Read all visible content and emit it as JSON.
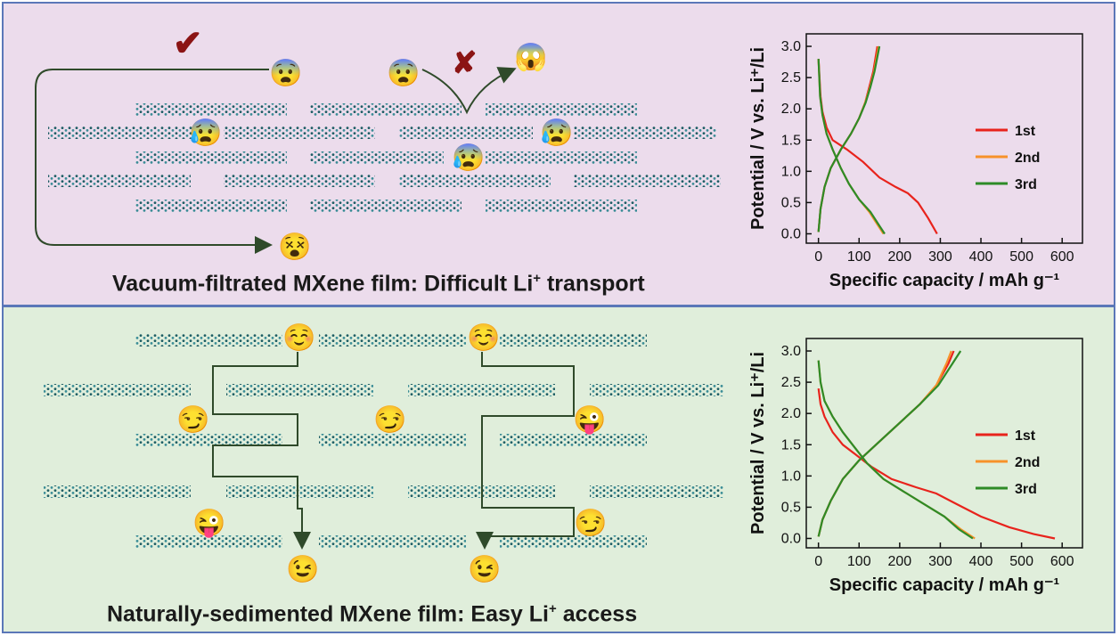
{
  "top": {
    "caption": {
      "prefix": "Vacuum-filtrated MXene film: Difficult Li",
      "sup": "+",
      "suffix": " transport"
    },
    "emojis": {
      "worried_1": "😨",
      "worried_2": "😨",
      "scream": "😱",
      "sweat_1": "😰",
      "sweat_2": "😰",
      "sweat_3": "😰",
      "dizzy": "😵"
    },
    "marks": {
      "check": "✔",
      "cross": "✘"
    }
  },
  "bottom": {
    "caption": {
      "prefix": "Naturally-sedimented MXene film: Easy Li",
      "sup": "+",
      "suffix": " access"
    },
    "emojis": {
      "relieved_1": "☺️",
      "relieved_2": "☺️",
      "smirk_1": "😏",
      "smirk_2": "😏",
      "smirk_3": "😏",
      "tongue_1": "😜",
      "tongue_2": "😜",
      "wink_1": "😉",
      "wink_2": "😉"
    }
  },
  "chart_data": [
    {
      "type": "line",
      "xlabel": "Specific capacity / mAh g⁻¹",
      "ylabel": "Potential / V vs. Li⁺/Li",
      "xlim": [
        -30,
        650
      ],
      "ylim": [
        -0.15,
        3.2
      ],
      "xticks": [
        0,
        100,
        200,
        300,
        400,
        500,
        600
      ],
      "yticks": [
        0.0,
        0.5,
        1.0,
        1.5,
        2.0,
        2.5,
        3.0
      ],
      "legend": "right",
      "series": [
        {
          "name": "1st",
          "color": "#e8231c",
          "discharge": [
            [
              0,
              2.8
            ],
            [
              5,
              2.2
            ],
            [
              10,
              1.95
            ],
            [
              20,
              1.7
            ],
            [
              35,
              1.5
            ],
            [
              70,
              1.35
            ],
            [
              110,
              1.15
            ],
            [
              150,
              0.9
            ],
            [
              190,
              0.75
            ],
            [
              220,
              0.65
            ],
            [
              245,
              0.5
            ],
            [
              270,
              0.25
            ],
            [
              292,
              0.0
            ]
          ],
          "charge": [
            [
              0,
              0.03
            ],
            [
              5,
              0.4
            ],
            [
              15,
              0.75
            ],
            [
              30,
              1.05
            ],
            [
              55,
              1.35
            ],
            [
              80,
              1.6
            ],
            [
              100,
              1.85
            ],
            [
              115,
              2.1
            ],
            [
              125,
              2.35
            ],
            [
              135,
              2.6
            ],
            [
              145,
              3.0
            ]
          ]
        },
        {
          "name": "2nd",
          "color": "#f7922a",
          "discharge": [
            [
              0,
              2.8
            ],
            [
              4,
              2.2
            ],
            [
              10,
              1.9
            ],
            [
              20,
              1.6
            ],
            [
              35,
              1.35
            ],
            [
              55,
              1.05
            ],
            [
              75,
              0.8
            ],
            [
              100,
              0.55
            ],
            [
              125,
              0.35
            ],
            [
              145,
              0.15
            ],
            [
              160,
              0.0
            ]
          ],
          "charge": [
            [
              0,
              0.03
            ],
            [
              5,
              0.4
            ],
            [
              15,
              0.75
            ],
            [
              30,
              1.05
            ],
            [
              55,
              1.35
            ],
            [
              80,
              1.6
            ],
            [
              100,
              1.85
            ],
            [
              115,
              2.1
            ],
            [
              127,
              2.35
            ],
            [
              137,
              2.6
            ],
            [
              148,
              3.0
            ]
          ]
        },
        {
          "name": "3rd",
          "color": "#2e8b27",
          "discharge": [
            [
              0,
              2.8
            ],
            [
              4,
              2.2
            ],
            [
              10,
              1.9
            ],
            [
              20,
              1.6
            ],
            [
              35,
              1.35
            ],
            [
              55,
              1.05
            ],
            [
              75,
              0.8
            ],
            [
              100,
              0.55
            ],
            [
              128,
              0.35
            ],
            [
              148,
              0.15
            ],
            [
              163,
              0.0
            ]
          ],
          "charge": [
            [
              0,
              0.03
            ],
            [
              5,
              0.4
            ],
            [
              15,
              0.75
            ],
            [
              30,
              1.05
            ],
            [
              55,
              1.35
            ],
            [
              80,
              1.6
            ],
            [
              100,
              1.85
            ],
            [
              116,
              2.1
            ],
            [
              128,
              2.35
            ],
            [
              138,
              2.6
            ],
            [
              150,
              3.0
            ]
          ]
        }
      ]
    },
    {
      "type": "line",
      "xlabel": "Specific capacity / mAh g⁻¹",
      "ylabel": "Potential / V vs. Li⁺/Li",
      "xlim": [
        -30,
        650
      ],
      "ylim": [
        -0.15,
        3.2
      ],
      "xticks": [
        0,
        100,
        200,
        300,
        400,
        500,
        600
      ],
      "yticks": [
        0.0,
        0.5,
        1.0,
        1.5,
        2.0,
        2.5,
        3.0
      ],
      "legend": "right",
      "series": [
        {
          "name": "1st",
          "color": "#e8231c",
          "discharge": [
            [
              0,
              2.4
            ],
            [
              5,
              2.15
            ],
            [
              15,
              1.95
            ],
            [
              35,
              1.7
            ],
            [
              60,
              1.5
            ],
            [
              90,
              1.35
            ],
            [
              130,
              1.15
            ],
            [
              180,
              0.95
            ],
            [
              240,
              0.82
            ],
            [
              290,
              0.72
            ],
            [
              340,
              0.55
            ],
            [
              400,
              0.35
            ],
            [
              470,
              0.18
            ],
            [
              530,
              0.07
            ],
            [
              582,
              0.0
            ]
          ],
          "charge": [
            [
              0,
              0.03
            ],
            [
              10,
              0.3
            ],
            [
              30,
              0.6
            ],
            [
              60,
              0.95
            ],
            [
              100,
              1.25
            ],
            [
              150,
              1.55
            ],
            [
              200,
              1.85
            ],
            [
              250,
              2.15
            ],
            [
              290,
              2.45
            ],
            [
              320,
              2.8
            ],
            [
              333,
              3.0
            ]
          ]
        },
        {
          "name": "2nd",
          "color": "#f7922a",
          "discharge": [
            [
              0,
              2.85
            ],
            [
              5,
              2.5
            ],
            [
              15,
              2.2
            ],
            [
              35,
              1.95
            ],
            [
              60,
              1.7
            ],
            [
              90,
              1.45
            ],
            [
              120,
              1.2
            ],
            [
              160,
              0.95
            ],
            [
              210,
              0.75
            ],
            [
              260,
              0.55
            ],
            [
              310,
              0.35
            ],
            [
              350,
              0.15
            ],
            [
              385,
              0.0
            ]
          ],
          "charge": [
            [
              0,
              0.03
            ],
            [
              10,
              0.3
            ],
            [
              30,
              0.6
            ],
            [
              60,
              0.95
            ],
            [
              100,
              1.25
            ],
            [
              150,
              1.55
            ],
            [
              200,
              1.85
            ],
            [
              250,
              2.15
            ],
            [
              290,
              2.45
            ],
            [
              315,
              2.8
            ],
            [
              327,
              3.0
            ]
          ]
        },
        {
          "name": "3rd",
          "color": "#2e8b27",
          "discharge": [
            [
              0,
              2.85
            ],
            [
              5,
              2.5
            ],
            [
              15,
              2.2
            ],
            [
              35,
              1.95
            ],
            [
              60,
              1.7
            ],
            [
              90,
              1.45
            ],
            [
              120,
              1.2
            ],
            [
              160,
              0.95
            ],
            [
              210,
              0.75
            ],
            [
              260,
              0.55
            ],
            [
              310,
              0.35
            ],
            [
              345,
              0.15
            ],
            [
              380,
              0.0
            ]
          ],
          "charge": [
            [
              0,
              0.03
            ],
            [
              10,
              0.3
            ],
            [
              30,
              0.6
            ],
            [
              60,
              0.95
            ],
            [
              100,
              1.25
            ],
            [
              150,
              1.55
            ],
            [
              200,
              1.85
            ],
            [
              250,
              2.15
            ],
            [
              295,
              2.45
            ],
            [
              330,
              2.8
            ],
            [
              350,
              3.0
            ]
          ]
        }
      ]
    }
  ]
}
